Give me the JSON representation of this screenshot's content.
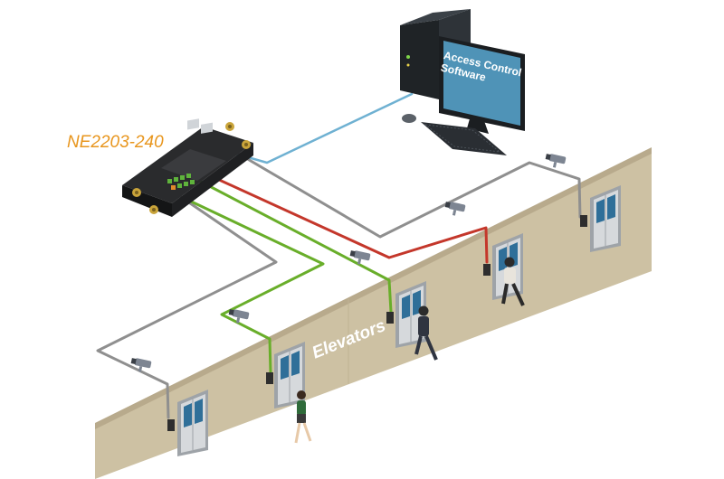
{
  "device": {
    "label": "NE2203-240"
  },
  "computer": {
    "screen_lines": [
      "Access Control",
      "Software"
    ]
  },
  "wall": {
    "label": "Elevators"
  },
  "colors": {
    "wall": "#cdc1a3",
    "wall_top": "#b3a587",
    "cable_network": "#6fb1d2",
    "cable_alarm": "#c4372b",
    "cable_green": "#69ae2a",
    "cable_gray": "#8f8f8f",
    "screen": "#4f93b7",
    "label": "#e8961e"
  }
}
